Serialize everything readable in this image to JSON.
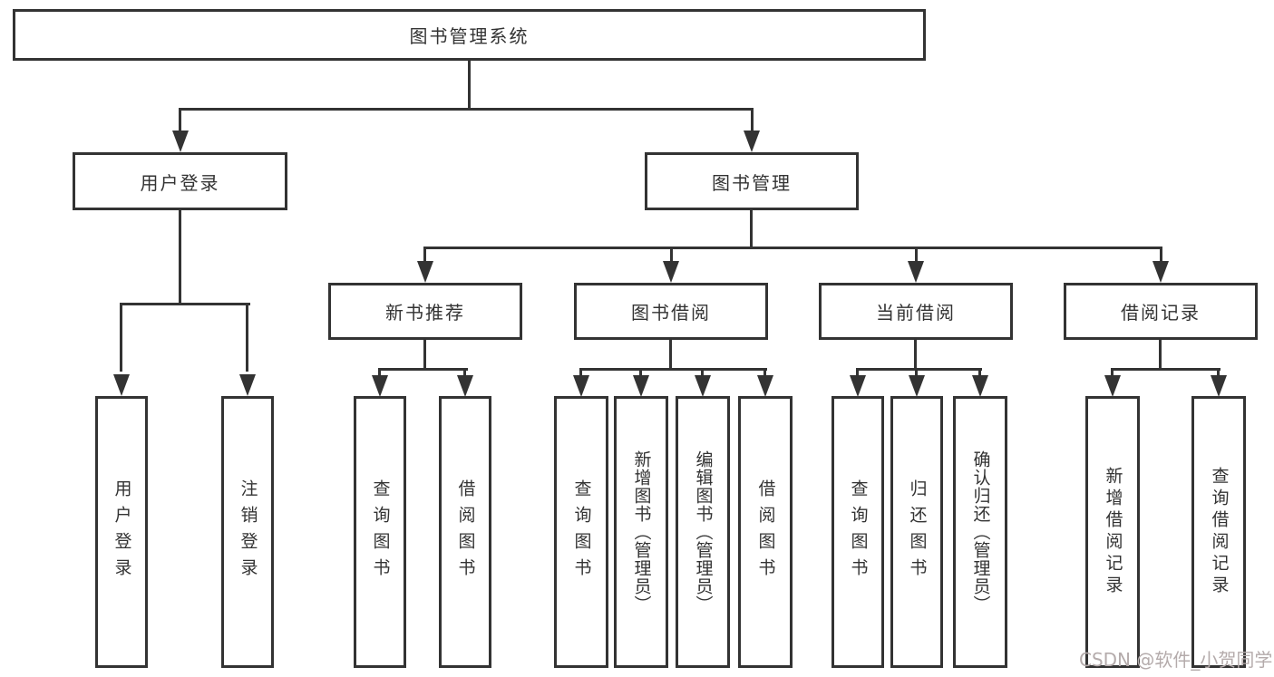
{
  "diagram_type": "tree",
  "root": {
    "label": "图书管理系统"
  },
  "branches": [
    {
      "label": "用户登录",
      "children": [
        {
          "label": "用户登录"
        },
        {
          "label": "注销登录"
        }
      ]
    },
    {
      "label": "图书管理",
      "children": [
        {
          "label": "新书推荐",
          "children": [
            {
              "label": "查询图书"
            },
            {
              "label": "借阅图书"
            }
          ]
        },
        {
          "label": "图书借阅",
          "children": [
            {
              "label": "查询图书"
            },
            {
              "label": "新增图书（管理员）"
            },
            {
              "label": "编辑图书（管理员）"
            },
            {
              "label": "借阅图书"
            }
          ]
        },
        {
          "label": "当前借阅",
          "children": [
            {
              "label": "查询图书"
            },
            {
              "label": "归还图书"
            },
            {
              "label": "确认归还（管理员）"
            }
          ]
        },
        {
          "label": "借阅记录",
          "children": [
            {
              "label": "新增借阅记录"
            },
            {
              "label": "查询借阅记录"
            }
          ]
        }
      ]
    }
  ],
  "watermark": {
    "text": "CSDN @软件_小贺同学"
  },
  "colors": {
    "line": "#333333",
    "box_border": "#333333",
    "text": "#333333",
    "background": "#ffffff",
    "watermark": "#b4abab"
  }
}
